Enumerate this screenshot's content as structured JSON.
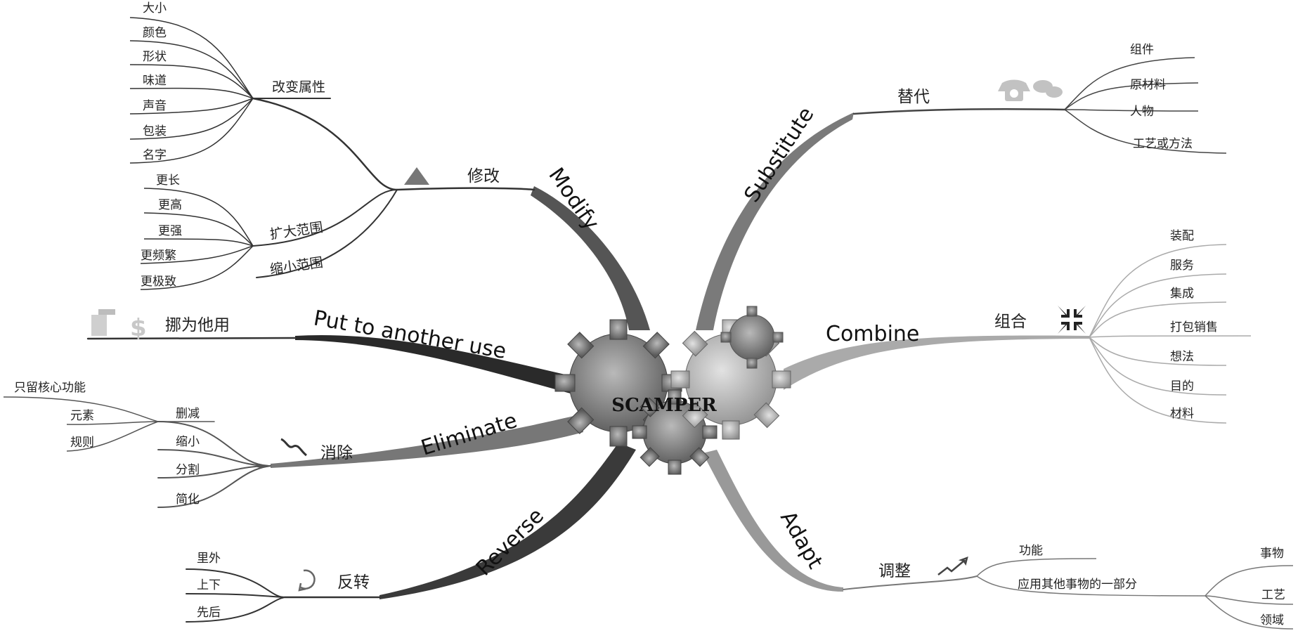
{
  "center": {
    "label": "SCAMPER"
  },
  "modify": {
    "branch": "Modify",
    "label": "修改",
    "groups": [
      {
        "label": "改变属性",
        "leaves": [
          "大小",
          "颜色",
          "形状",
          "味道",
          "声音",
          "包装",
          "名字"
        ]
      },
      {
        "label": "扩大范围",
        "leaves": [
          "更长",
          "更高",
          "更强",
          "更频繁",
          "更极致"
        ]
      },
      {
        "label": "缩小范围",
        "leaves": []
      }
    ]
  },
  "put_to_use": {
    "branch": "Put to another use",
    "label": "挪为他用"
  },
  "eliminate": {
    "branch": "Eliminate",
    "label": "消除",
    "items": [
      "删减",
      "缩小",
      "分割",
      "简化"
    ],
    "delete_children": [
      "只留核心功能",
      "元素",
      "规则"
    ]
  },
  "reverse": {
    "branch": "Reverse",
    "label": "反转",
    "items": [
      "里外",
      "上下",
      "先后"
    ]
  },
  "substitute": {
    "branch": "Substitute",
    "label": "替代",
    "items": [
      "组件",
      "原材料",
      "人物",
      "工艺或方法"
    ]
  },
  "combine": {
    "branch": "Combine",
    "label": "组合",
    "items": [
      "装配",
      "服务",
      "集成",
      "打包销售",
      "想法",
      "目的",
      "材料"
    ]
  },
  "adapt": {
    "branch": "Adapt",
    "label": "调整",
    "items": [
      "功能",
      "应用其他事物的一部分"
    ],
    "part_children": [
      "事物",
      "工艺",
      "领域"
    ]
  }
}
